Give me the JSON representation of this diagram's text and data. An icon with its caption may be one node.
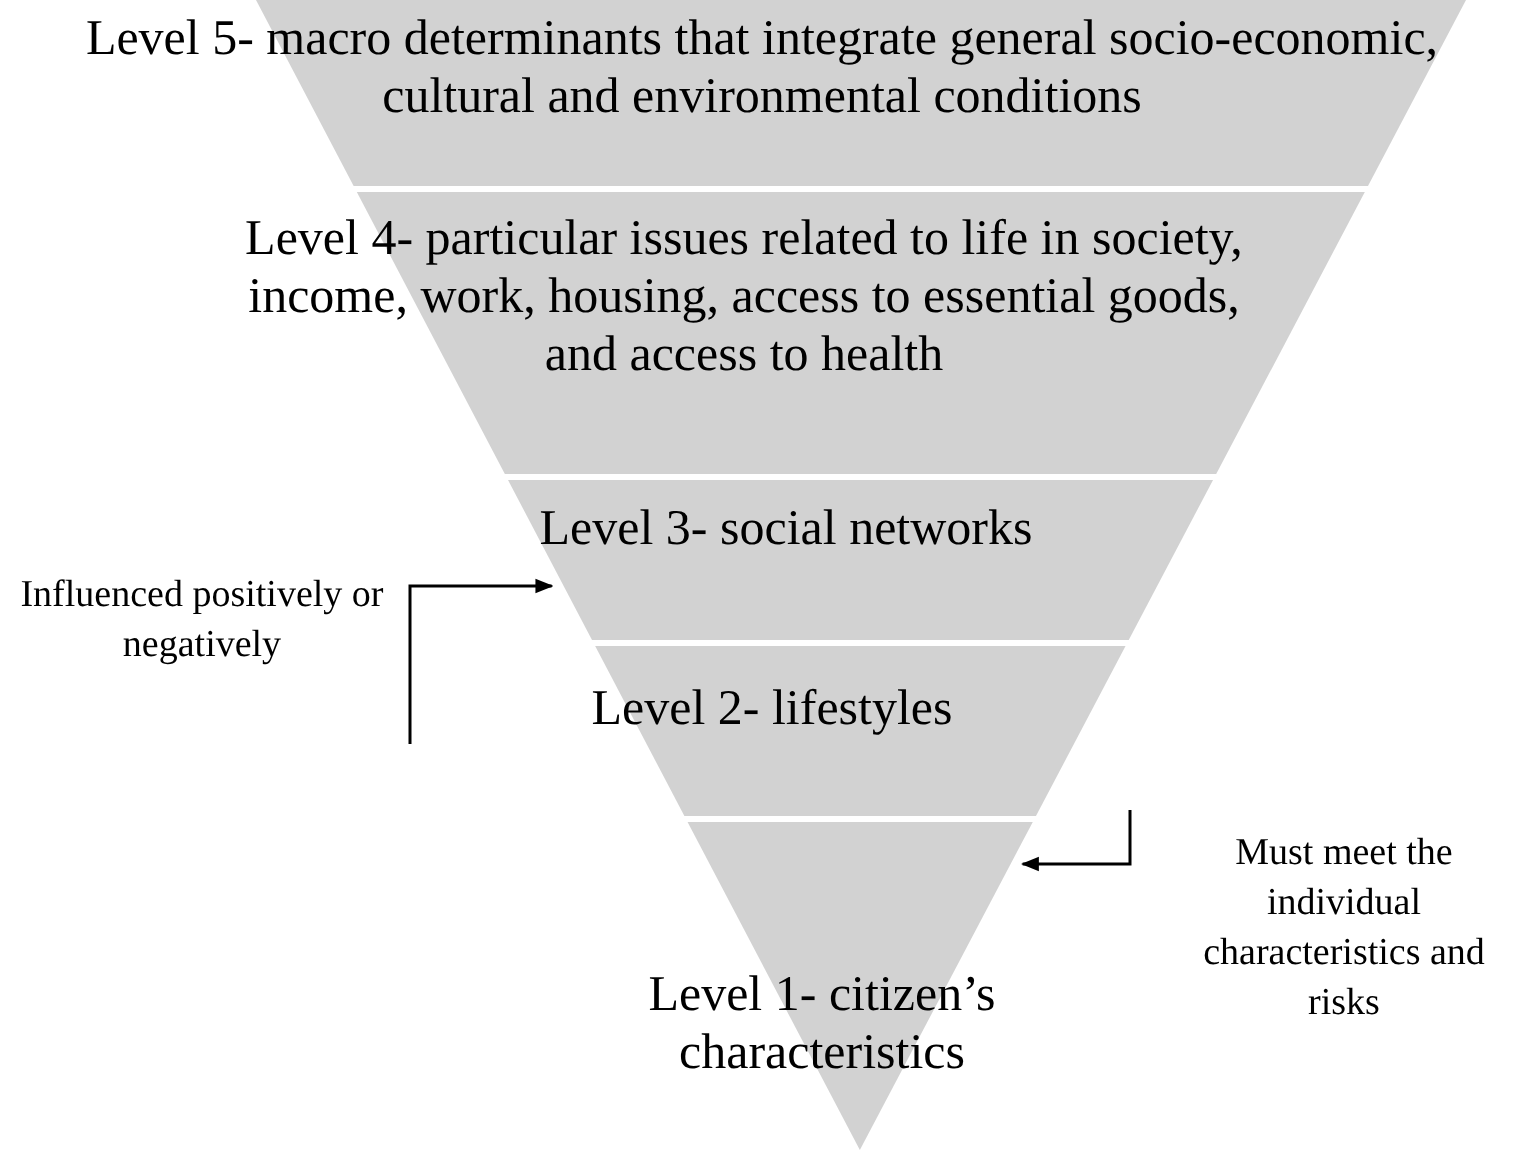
{
  "diagram": {
    "nodes": [
      {
        "text": [
          "Level 5- macro determinants that integrate general socio-economic, cultural and environmental conditions"
        ]
      },
      {
        "text": [
          "Level 4- particular issues related to life in society, income, work, housing, access to essential goods, and access to health"
        ]
      },
      {
        "text": [
          "Level 3- social networks"
        ]
      },
      {
        "text": [
          "Level 2- lifestyles"
        ]
      },
      {
        "text": [
          "Level 1- citizen’s characteristics"
        ]
      },
      {
        "text": [
          "Influenced positively or negatively"
        ]
      },
      {
        "text": [
          "Must meet the individual characteristics and risks"
        ]
      }
    ],
    "edges": [
      {
        "from": 5,
        "to": 2,
        "arrow": "to"
      },
      {
        "from": 6,
        "to": 4,
        "arrow": "to"
      }
    ]
  }
}
